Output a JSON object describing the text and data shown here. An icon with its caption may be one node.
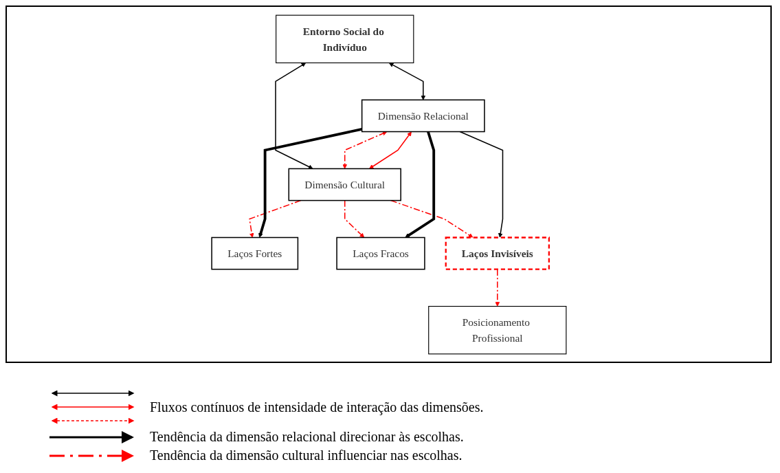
{
  "diagram": {
    "nodes": [
      {
        "text": [
          "Entorno Social do Indivíduo"
        ]
      },
      {
        "text": [
          "Dimensão Relacional"
        ]
      },
      {
        "text": [
          "Laços Fortes"
        ]
      },
      {
        "text": [
          "Laços Fracos"
        ]
      },
      {
        "text": [
          "Laços Invisíveis"
        ]
      },
      {
        "text": [
          "Dimensão Cultural"
        ]
      },
      {
        "text": [
          "Posicionamento Profissional"
        ]
      }
    ],
    "edges": [
      {
        "from": 0,
        "to": 1,
        "arrow": "both",
        "color": "#000000"
      },
      {
        "from": 0,
        "to": 5,
        "arrow": "both",
        "color": "#000000"
      },
      {
        "from": 1,
        "to": 5,
        "arrow": "both",
        "style": "dashed",
        "color": "#ff0000"
      },
      {
        "from": 5,
        "to": 2,
        "arrow": "to",
        "style": "dashed",
        "color": "#ff0000"
      },
      {
        "from": 5,
        "to": 3,
        "arrow": "to",
        "style": "dashed",
        "color": "#ff0000"
      },
      {
        "from": 5,
        "to": 4,
        "arrow": "to",
        "style": "dashed",
        "color": "#ff0000"
      },
      {
        "from": 1,
        "to": 2,
        "arrow": "to",
        "style": "thick",
        "color": "#000000"
      },
      {
        "from": 1,
        "to": 3,
        "arrow": "to",
        "style": "thick",
        "color": "#000000"
      },
      {
        "from": 1,
        "to": 4,
        "arrow": "to",
        "color": "#000000"
      },
      {
        "from": 1,
        "to": 5,
        "arrow": "both",
        "color": "#ff0000"
      },
      {
        "from": 4,
        "to": 6,
        "arrow": "to",
        "style": "dashed",
        "color": "#ff0000"
      }
    ],
    "legend": [
      {
        "text": "Fluxos contínuos de intensidade de interação das dimensões."
      },
      {
        "text": "Tendência da dimensão relacional direcionar às escolhas."
      },
      {
        "text": "Tendência da dimensão cultural influenciar nas escolhas."
      }
    ]
  }
}
